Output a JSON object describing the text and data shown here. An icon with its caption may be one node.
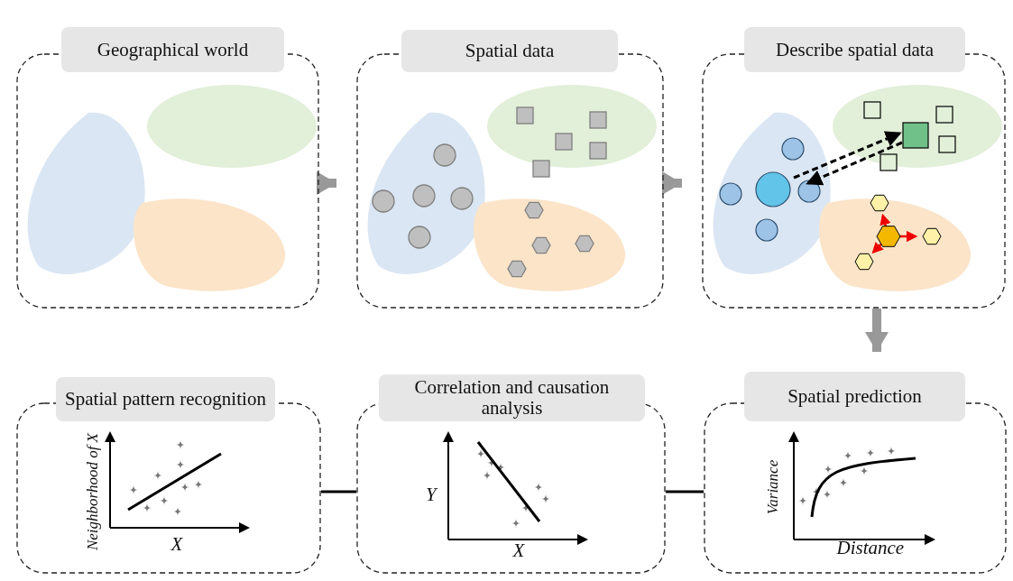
{
  "diagram": {
    "nodes": [
      {
        "text": [
          "Geographical world"
        ]
      },
      {
        "text": [
          "Spatial data"
        ]
      },
      {
        "text": [
          "Describe spatial data"
        ]
      },
      {
        "text": [
          "Spatial pattern recognition"
        ]
      },
      {
        "text": [
          "Correlation and causation analysis"
        ]
      },
      {
        "text": [
          "Spatial prediction"
        ]
      }
    ],
    "edges": [
      {
        "from": 0,
        "to": 1,
        "arrow": "to"
      },
      {
        "from": 1,
        "to": 2,
        "arrow": "to"
      },
      {
        "from": 2,
        "to": 5,
        "arrow": "to"
      },
      {
        "from": 3,
        "to": 4,
        "arrow": "none",
        "color": "#000000"
      },
      {
        "from": 4,
        "to": 5,
        "arrow": "none",
        "color": "#000000"
      }
    ],
    "labels": [
      "Neighborhood of X",
      "X",
      "Y",
      "X",
      "Variance",
      "Distance"
    ]
  }
}
